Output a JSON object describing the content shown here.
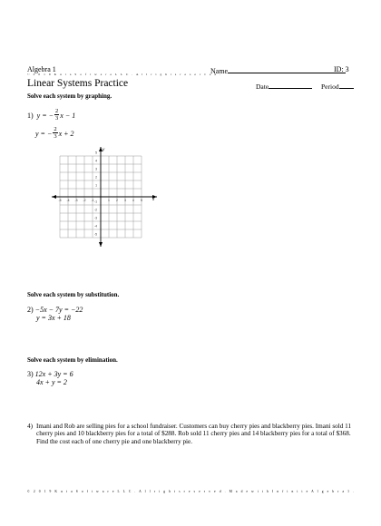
{
  "header": {
    "subject": "Algebra 1",
    "name_label": "Name",
    "id_label": "ID: 3",
    "copyright": "© 2 0 1 9 K u t a S o f t w a r e L L C . A l l r i g h t s r e s e r v e d .",
    "title": "Linear Systems Practice",
    "date_label": "Date",
    "period_label": "Period"
  },
  "sections": {
    "graphing": "Solve each system by graphing.",
    "substitution": "Solve each system by substitution.",
    "elimination": "Solve each system by elimination."
  },
  "problems": {
    "p1": {
      "number": "1)",
      "eq1_lhs": "y = −",
      "eq1_num": "2",
      "eq1_den": "3",
      "eq1_rhs": "x − 1",
      "eq2_lhs": "y = −",
      "eq2_num": "2",
      "eq2_den": "3",
      "eq2_rhs": "x + 2"
    },
    "p2": {
      "number": "2)",
      "eq1": "−5x − 7y = −22",
      "eq2": "y = 3x + 18"
    },
    "p3": {
      "number": "3)",
      "eq1": "12x + 3y = 6",
      "eq2": "4x + y = 2"
    },
    "p4": {
      "number": "4)",
      "text": "Imani and Rob are selling pies for a school fundraiser.  Customers can buy cherry pies and blackberry pies.  Imani sold 11 cherry pies and 10 blackberry pies for a total of $288.  Rob sold 11 cherry pies and 14 blackberry pies for a total of $368.  Find the cost each of one cherry pie and one blackberry pie."
    }
  },
  "grid": {
    "x_label": "x",
    "y_label": "y",
    "x_ticks": [
      "-5",
      "-4",
      "-3",
      "-2",
      "-1",
      "1",
      "2",
      "3",
      "4",
      "5"
    ],
    "y_ticks": [
      "5",
      "4",
      "3",
      "2",
      "1",
      "-1",
      "-2",
      "-3",
      "-4",
      "-5"
    ]
  },
  "footer": "© 2 0 1 9 K u t a S o f t w a r e L L C . A l l r i g h t s r e s e r v e d . M a d e w i t h I n f i n i t e A l g e b r a 1 ."
}
